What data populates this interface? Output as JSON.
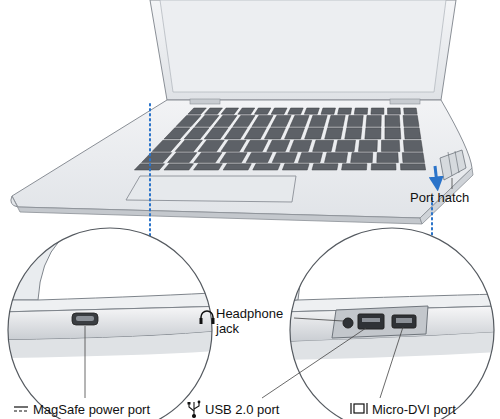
{
  "diagram": {
    "labels": [
      "Port hatch",
      "Headphone jack",
      "MagSafe power port",
      "USB 2.0 port",
      "Micro-DVI port"
    ]
  }
}
